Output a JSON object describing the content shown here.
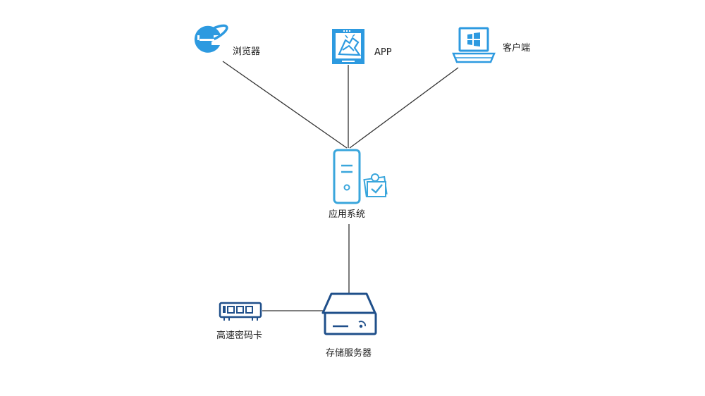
{
  "colors": {
    "ie_blue": "#2d9ae0",
    "light_blue": "#3aa6dc",
    "dark_blue": "#1f4f8a",
    "line": "#333333"
  },
  "nodes": {
    "browser": {
      "label": "浏览器",
      "icon": "internet-explorer-icon"
    },
    "app": {
      "label": "APP",
      "icon": "android-app-icon"
    },
    "client": {
      "label": "客户端",
      "icon": "windows-laptop-icon"
    },
    "app_system": {
      "label": "应用系统",
      "icon": "server-tower-icon"
    },
    "storage": {
      "label": "存储服务器",
      "icon": "storage-server-icon"
    },
    "crypto_card": {
      "label": "高速密码卡",
      "icon": "crypto-card-icon"
    }
  }
}
